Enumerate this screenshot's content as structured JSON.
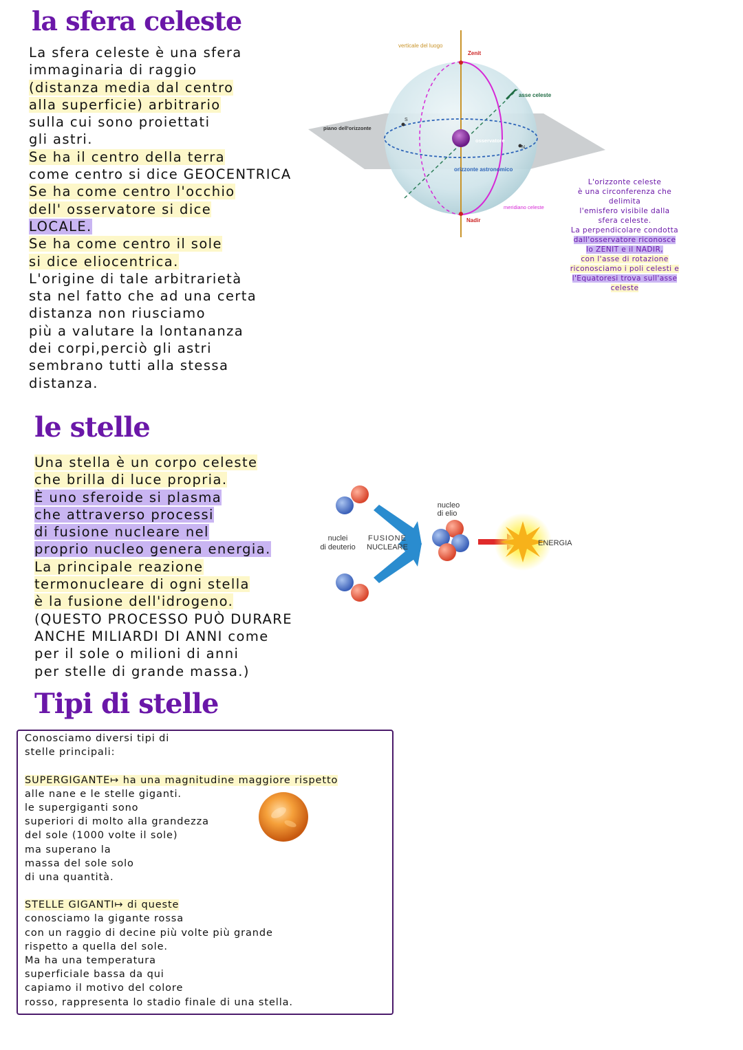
{
  "section1": {
    "title": "la sfera celeste",
    "lines": [
      "La sfera celeste è una sfera",
      "immaginaria di raggio",
      "(distanza media dal centro",
      "alla superficie) arbitrario",
      "sulla cui sono proiettati",
      "gli astri.",
      "Se ha il centro della terra",
      "come centro si dice GEOCENTRICA",
      "Se ha come centro l'occhio",
      "dell' osservatore si dice",
      "LOCALE.",
      "Se ha come centro il sole",
      "si dice eliocentrica.",
      "L'origine di tale arbitrarietà",
      "sta nel fatto che ad una certa",
      "distanza non riusciamo",
      "più a valutare la lontananza",
      "dei corpi,perciò gli astri",
      "sembrano tutti alla stessa",
      "distanza."
    ]
  },
  "sphere_diagram": {
    "labels": {
      "vertical": "verticale del luogo",
      "zenit": "Zenit",
      "axis": "asse celeste",
      "horizon_plane": "piano dell'orizzonte",
      "south": "S",
      "observer": "osservatore",
      "north": "N",
      "astro_horizon": "orizzonte astronomico",
      "meridian": "meridiano celeste",
      "nadir": "Nadir"
    }
  },
  "side_note": {
    "lines": [
      "L'orizzonte celeste",
      "è una circonferenza che",
      "delimita",
      "l'emisfero visibile dalla",
      "sfera celeste.",
      "La perpendicolare condotta",
      "dall'osservatore riconosce",
      "lo ZENIT e il NADIR,",
      "con l'asse di rotazione",
      "riconosciamo i poli celesti e",
      "l'Equatoresi trova sull'asse",
      "celeste"
    ]
  },
  "section2": {
    "title": "le stelle",
    "lines": [
      "Una stella è un corpo celeste",
      "che brilla di luce propria.",
      "È uno sferoide si plasma",
      "che attraverso processi",
      "di fusione nucleare nel",
      "proprio nucleo genera energia.",
      "La principale reazione",
      "termonucleare di ogni stella",
      "è la fusione dell'idrogeno.",
      "(QUESTO PROCESSO PUÒ DURARE",
      "ANCHE MILIARDI DI ANNI come",
      "per il sole o milioni di anni",
      "per stelle di grande massa.)"
    ]
  },
  "fusion_diagram": {
    "deuterium_1": "nuclei",
    "deuterium_2": "di deuterio",
    "fusion_1": "FUSIONE",
    "fusion_2": "NUCLEARE",
    "helium_1": "nucleo",
    "helium_2": "di elio",
    "energy": "ENERGIA"
  },
  "section3": {
    "title": "Tipi di stelle",
    "lines": [
      "Conosciamo diversi tipi di",
      "stelle principali:",
      "",
      "SUPERGIGANTE↦ ha una magnitudine maggiore rispetto",
      "alle nane e le stelle giganti.",
      "le supergiganti sono",
      "superiori di molto alla grandezza",
      "del sole (1000 volte il sole)",
      "ma superano la",
      "massa del sole solo",
      "di una quantità.",
      "",
      "STELLE GIGANTI↦ di queste",
      "conosciamo la gigante rossa",
      "con un raggio di decine più volte  più grande",
      "rispetto a quella del sole.",
      "Ma ha una temperatura",
      "superficiale bassa da qui",
      "capiamo il motivo del colore",
      "rosso, rappresenta lo stadio finale di una stella."
    ]
  }
}
